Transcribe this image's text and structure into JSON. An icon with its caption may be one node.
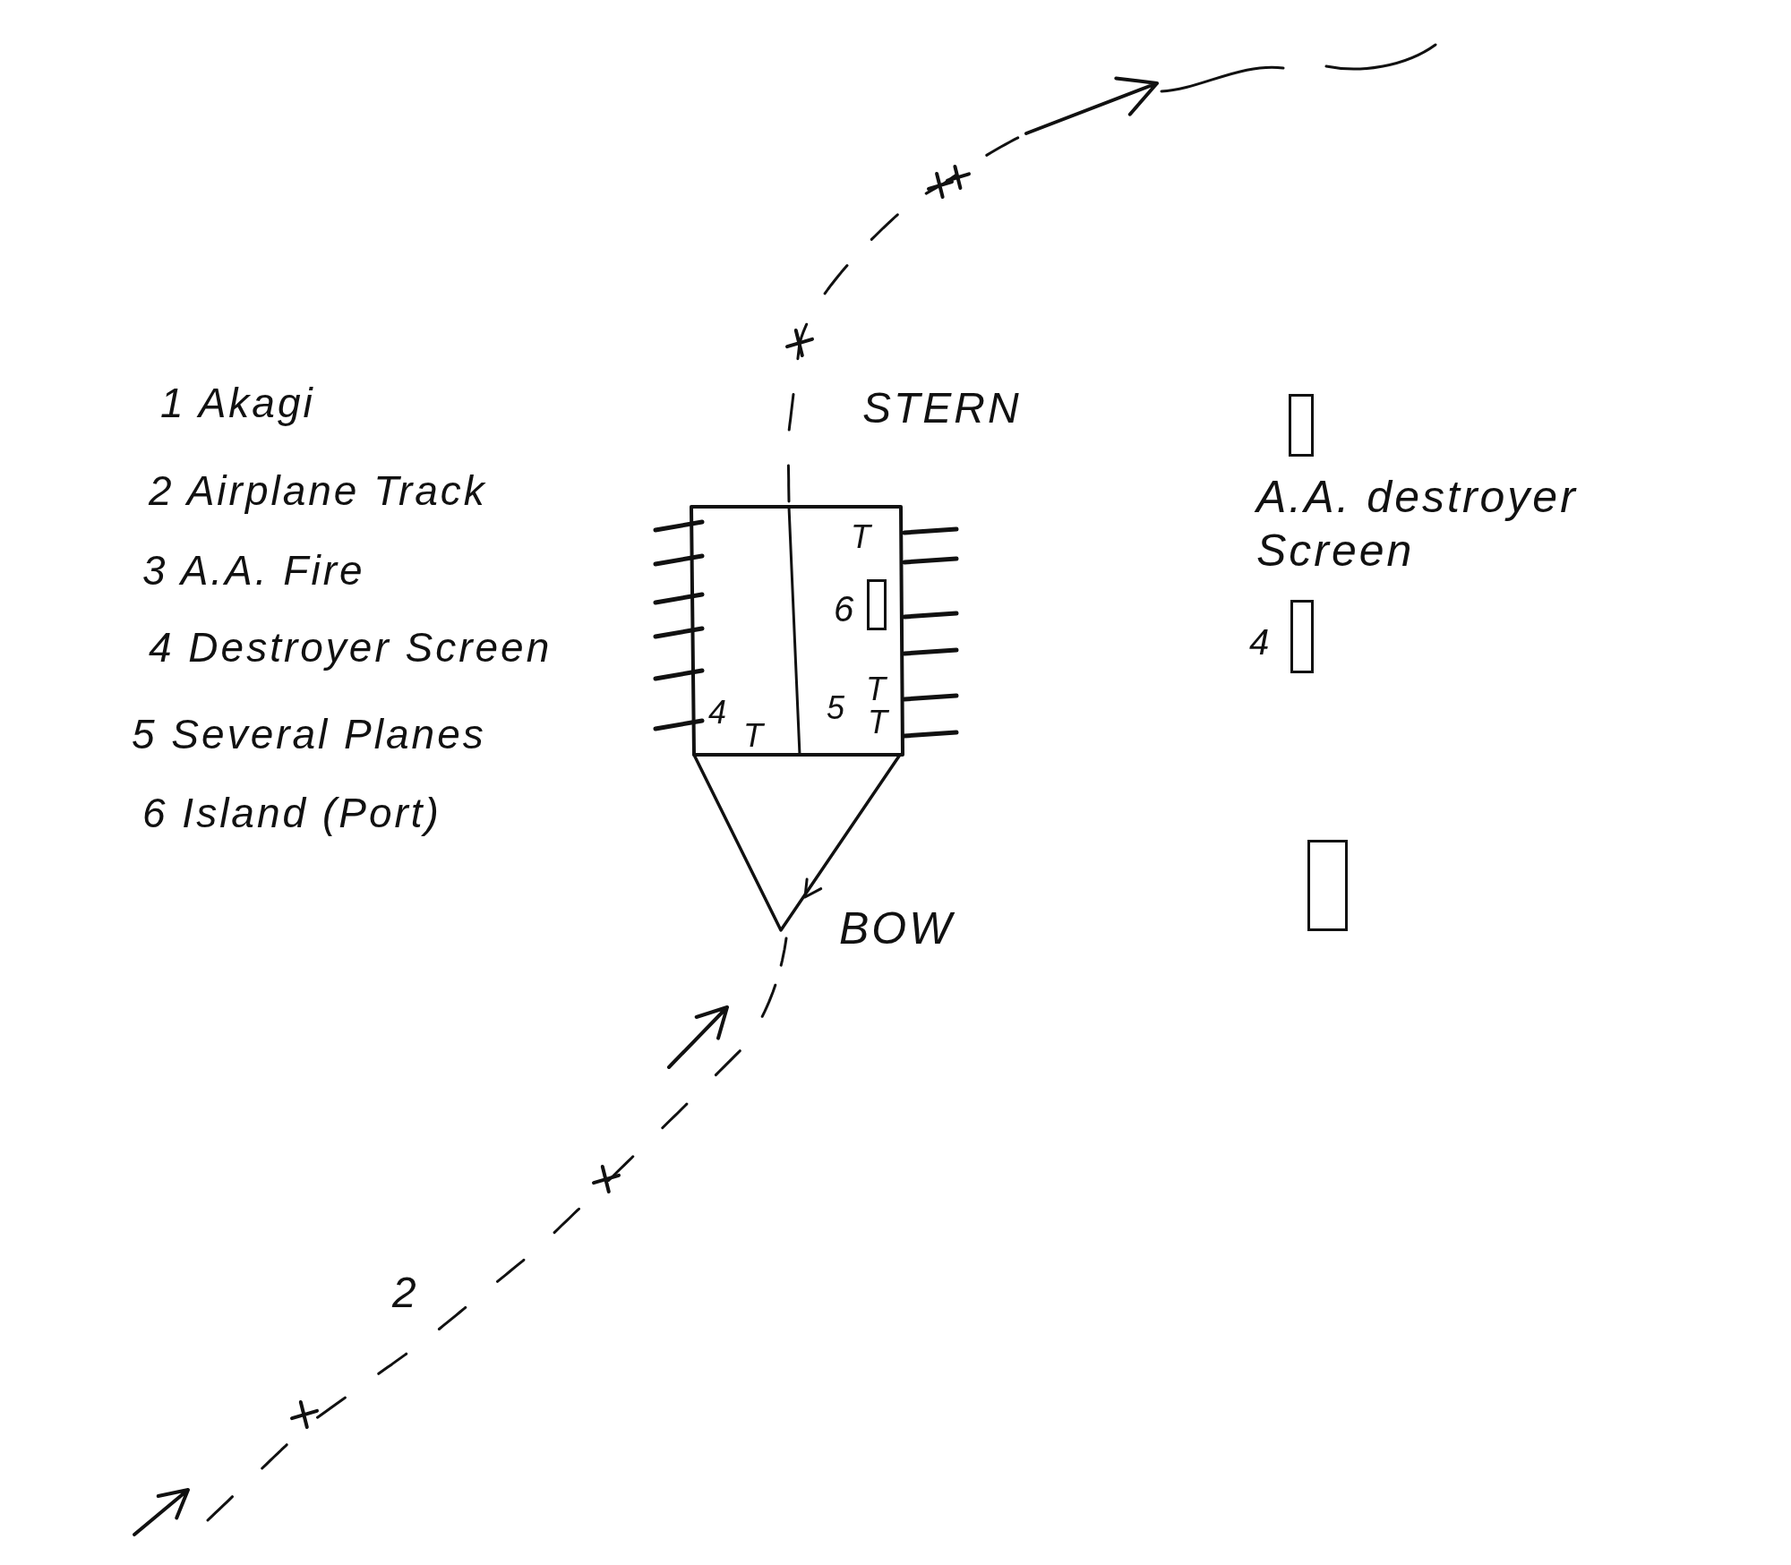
{
  "diagram": {
    "nodes": [
      {
        "text": [],
        "shape": "box"
      },
      {
        "text": [
          "T",
          "4",
          "T",
          "5",
          "T",
          "T"
        ]
      },
      {
        "text": [],
        "shape": "box",
        "in": 1,
        "beside": [
          "6"
        ]
      },
      {
        "text": [],
        "shape": "box",
        "beside": [
          "4"
        ]
      },
      {
        "text": [],
        "shape": "box"
      }
    ],
    "labels": [
      "1 Akagi",
      "2 Airplane Track",
      "3 A.A. Fire",
      "4 Destroyer Screen",
      "5 Several Planes",
      "6 Island (Port)",
      "STERN",
      "A.A. destroyer Screen",
      "BOW",
      "2"
    ]
  }
}
